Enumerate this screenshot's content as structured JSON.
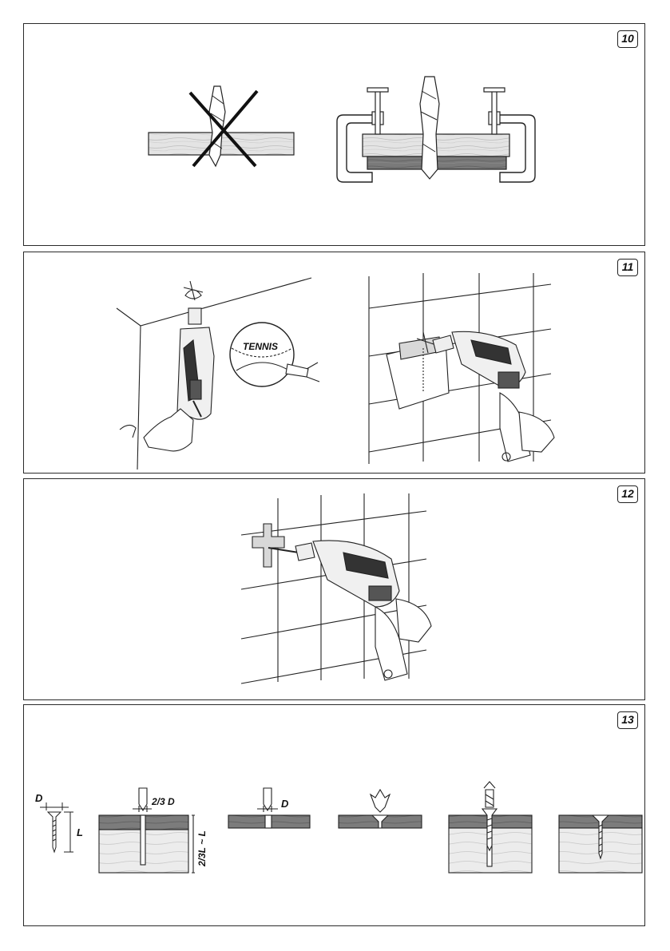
{
  "figures": [
    {
      "number": "10"
    },
    {
      "number": "11",
      "ball_text": "TENNIS"
    },
    {
      "number": "12"
    },
    {
      "number": "13",
      "labels": {
        "d_screw": "D",
        "l_screw": "L",
        "two_thirds_d": "2/3 D",
        "two_thirds_l": "2/3L ~ L",
        "d_hole": "D"
      }
    }
  ]
}
